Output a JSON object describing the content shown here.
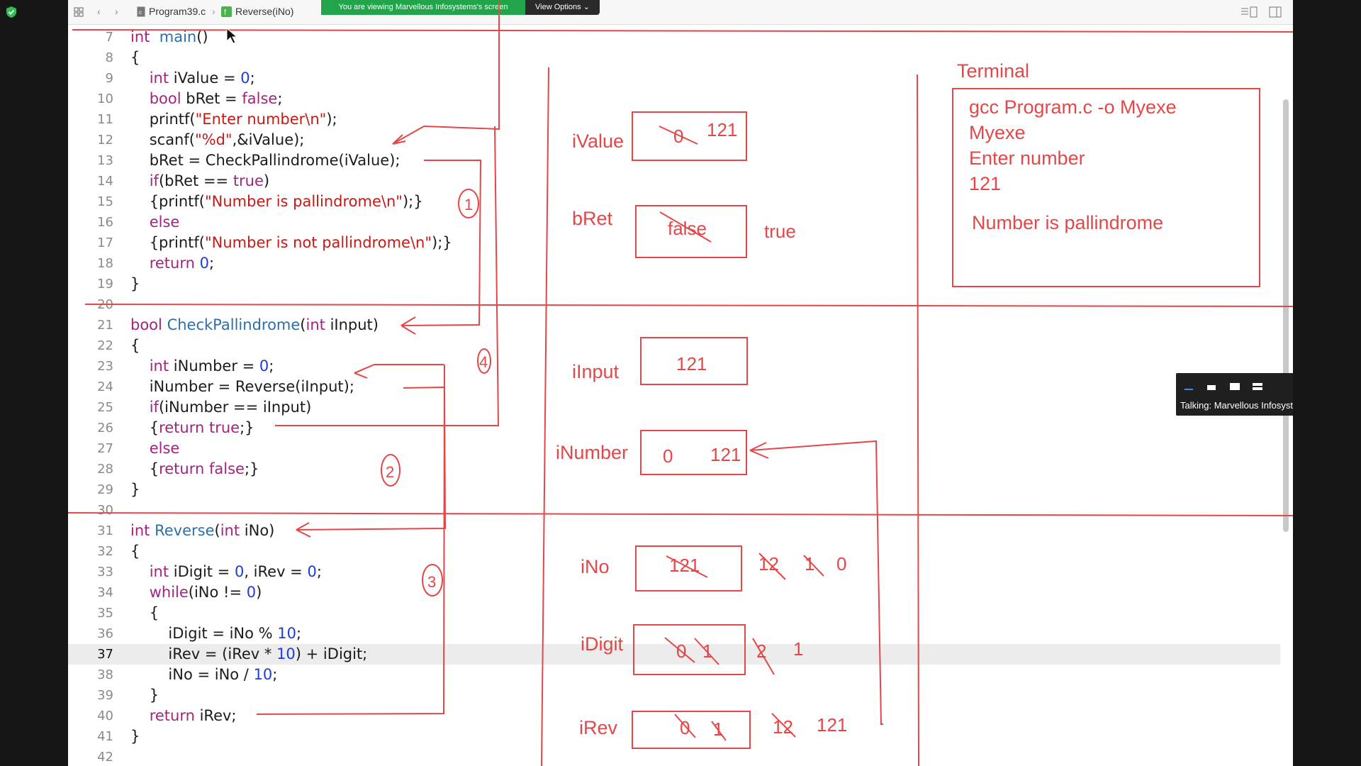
{
  "toolbar": {
    "breadcrumb_file": "Program39.c",
    "breadcrumb_symbol": "Reverse(iNo)",
    "share_banner": "You are viewing Marvellous Infosystems's screen",
    "view_options": "View Options"
  },
  "code_lines": [
    {
      "n": 7,
      "tokens": [
        [
          "kw",
          "int"
        ],
        [
          "",
          "  "
        ],
        [
          "fn",
          "main"
        ],
        [
          "",
          "()"
        ]
      ]
    },
    {
      "n": 8,
      "tokens": [
        [
          "",
          "{"
        ]
      ]
    },
    {
      "n": 9,
      "tokens": [
        [
          "",
          "    "
        ],
        [
          "kw",
          "int"
        ],
        [
          "",
          " iValue = "
        ],
        [
          "num",
          "0"
        ],
        [
          "",
          ";"
        ]
      ]
    },
    {
      "n": 10,
      "tokens": [
        [
          "",
          "    "
        ],
        [
          "kw",
          "bool"
        ],
        [
          "",
          " bRet = "
        ],
        [
          "kw",
          "false"
        ],
        [
          "",
          ";"
        ]
      ]
    },
    {
      "n": 11,
      "tokens": [
        [
          "",
          "    printf("
        ],
        [
          "str",
          "\"Enter number\\n\""
        ],
        [
          "",
          ");"
        ]
      ]
    },
    {
      "n": 12,
      "tokens": [
        [
          "",
          "    scanf("
        ],
        [
          "str",
          "\"%d\""
        ],
        [
          "",
          ",&iValue);"
        ]
      ]
    },
    {
      "n": 13,
      "tokens": [
        [
          "",
          "    bRet = CheckPallindrome(iValue);"
        ]
      ]
    },
    {
      "n": 14,
      "tokens": [
        [
          "",
          "    "
        ],
        [
          "kw",
          "if"
        ],
        [
          "",
          "(bRet == "
        ],
        [
          "kw",
          "true"
        ],
        [
          "",
          ")"
        ]
      ]
    },
    {
      "n": 15,
      "tokens": [
        [
          "",
          "    {printf("
        ],
        [
          "str",
          "\"Number is pallindrome\\n\""
        ],
        [
          "",
          ");}"
        ]
      ]
    },
    {
      "n": 16,
      "tokens": [
        [
          "",
          "    "
        ],
        [
          "kw",
          "else"
        ]
      ]
    },
    {
      "n": 17,
      "tokens": [
        [
          "",
          "    {printf("
        ],
        [
          "str",
          "\"Number is not pallindrome\\n\""
        ],
        [
          "",
          ");}"
        ]
      ]
    },
    {
      "n": 18,
      "tokens": [
        [
          "",
          "    "
        ],
        [
          "kw",
          "return"
        ],
        [
          "",
          ""
        ],
        [
          "num",
          " 0"
        ],
        [
          "",
          ";"
        ]
      ]
    },
    {
      "n": 19,
      "tokens": [
        [
          "",
          "}"
        ]
      ]
    },
    {
      "n": 20,
      "tokens": []
    },
    {
      "n": 21,
      "tokens": [
        [
          "kw",
          "bool"
        ],
        [
          "",
          " "
        ],
        [
          "fn",
          "CheckPallindrome"
        ],
        [
          "",
          "("
        ],
        [
          "kw",
          "int"
        ],
        [
          "",
          " iInput)"
        ]
      ]
    },
    {
      "n": 22,
      "tokens": [
        [
          "",
          "{"
        ]
      ]
    },
    {
      "n": 23,
      "tokens": [
        [
          "",
          "    "
        ],
        [
          "kw",
          "int"
        ],
        [
          "",
          " iNumber = "
        ],
        [
          "num",
          "0"
        ],
        [
          "",
          ";"
        ]
      ]
    },
    {
      "n": 24,
      "tokens": [
        [
          "",
          "    iNumber = Reverse(iInput);"
        ]
      ]
    },
    {
      "n": 25,
      "tokens": [
        [
          "",
          "    "
        ],
        [
          "kw",
          "if"
        ],
        [
          "",
          "(iNumber == iInput)"
        ]
      ]
    },
    {
      "n": 26,
      "tokens": [
        [
          "",
          "    {"
        ],
        [
          "kw",
          "return"
        ],
        [
          "",
          " "
        ],
        [
          "kw",
          "true"
        ],
        [
          "",
          ";}"
        ]
      ]
    },
    {
      "n": 27,
      "tokens": [
        [
          "",
          "    "
        ],
        [
          "kw",
          "else"
        ]
      ]
    },
    {
      "n": 28,
      "tokens": [
        [
          "",
          "    {"
        ],
        [
          "kw",
          "return"
        ],
        [
          "",
          " "
        ],
        [
          "kw",
          "false"
        ],
        [
          "",
          ";}"
        ]
      ]
    },
    {
      "n": 29,
      "tokens": [
        [
          "",
          "}"
        ]
      ]
    },
    {
      "n": 30,
      "tokens": []
    },
    {
      "n": 31,
      "tokens": [
        [
          "kw",
          "int"
        ],
        [
          "",
          " "
        ],
        [
          "fn",
          "Reverse"
        ],
        [
          "",
          "("
        ],
        [
          "kw",
          "int"
        ],
        [
          "",
          " iNo)"
        ]
      ]
    },
    {
      "n": 32,
      "tokens": [
        [
          "",
          "{"
        ]
      ]
    },
    {
      "n": 33,
      "tokens": [
        [
          "",
          "    "
        ],
        [
          "kw",
          "int"
        ],
        [
          "",
          " iDigit = "
        ],
        [
          "num",
          "0"
        ],
        [
          "",
          ", iRev = "
        ],
        [
          "num",
          "0"
        ],
        [
          "",
          ";"
        ]
      ]
    },
    {
      "n": 34,
      "tokens": [
        [
          "",
          "    "
        ],
        [
          "kw",
          "while"
        ],
        [
          "",
          "(iNo != "
        ],
        [
          "num",
          "0"
        ],
        [
          "",
          ")"
        ]
      ]
    },
    {
      "n": 35,
      "tokens": [
        [
          "",
          "    {"
        ]
      ]
    },
    {
      "n": 36,
      "tokens": [
        [
          "",
          "        iDigit = iNo % "
        ],
        [
          "num",
          "10"
        ],
        [
          "",
          ";"
        ]
      ]
    },
    {
      "n": 37,
      "tokens": [
        [
          "",
          "        iRev = (iRev * "
        ],
        [
          "num",
          "10"
        ],
        [
          "",
          ") + iDigit;"
        ]
      ]
    },
    {
      "n": 38,
      "tokens": [
        [
          "",
          "        iNo = iNo / "
        ],
        [
          "num",
          "10"
        ],
        [
          "",
          ";"
        ]
      ]
    },
    {
      "n": 39,
      "tokens": [
        [
          "",
          "    }"
        ]
      ]
    },
    {
      "n": 40,
      "tokens": [
        [
          "",
          "    "
        ],
        [
          "kw",
          "return"
        ],
        [
          "",
          " iRev;"
        ]
      ]
    },
    {
      "n": 41,
      "tokens": [
        [
          "",
          "}"
        ]
      ]
    },
    {
      "n": 42,
      "tokens": []
    }
  ],
  "active_line": 37,
  "annotations": {
    "labels": {
      "ivalue": "iValue",
      "bret": "bRet",
      "iinput": "iInput",
      "inumber": "iNumber",
      "ino": "iNo",
      "idigit": "iDigit",
      "irev": "iRev",
      "terminal": "Terminal"
    },
    "values": {
      "ivalue_old": "0",
      "ivalue_new": "121",
      "bret_old": "false",
      "bret_new": "true",
      "iinput": "121",
      "inumber_old": "0",
      "inumber_new": "121",
      "ino_box": "121",
      "ino_1": "12",
      "ino_2": "1",
      "ino_3": "0",
      "idigit_1": "0",
      "idigit_2": "1",
      "idigit_3": "2",
      "idigit_4": "1",
      "irev_1": "0",
      "irev_2": "1",
      "irev_3": "12",
      "irev_4": "121"
    },
    "circles": {
      "c1": "1",
      "c2": "2",
      "c3": "3",
      "c4": "4"
    },
    "terminal_lines": [
      "gcc Program.c -o Myexe",
      "Myexe",
      "Enter number",
      "121",
      "Number is pallindrome"
    ]
  },
  "talking_text": "Talking: Marvellous Infosyste...",
  "colors": {
    "annotation": "#e34747",
    "keyword": "#a3237e",
    "function": "#2d6fa6",
    "string": "#c41a16",
    "number": "#1c3cdd",
    "banner": "#22a54a"
  }
}
